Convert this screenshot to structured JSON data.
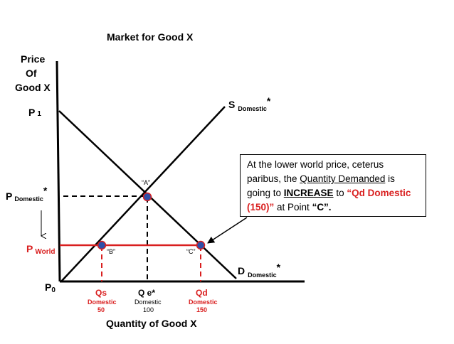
{
  "title": "Market for  Good X",
  "y_axis_label": [
    "Price",
    "Of",
    "Good X"
  ],
  "x_axis_label": "Quantity of Good X",
  "price_labels": {
    "p1": "P",
    "p1_sub": "1",
    "pdomestic": "P",
    "pdomestic_sub": "Domestic",
    "pdomestic_sup": "*",
    "pworld": "P",
    "pworld_sub": "World",
    "p0": "P",
    "p0_sub": "0"
  },
  "curve_labels": {
    "supply": "S",
    "supply_sub": "Domestic",
    "supply_sup": "*",
    "demand": "D",
    "demand_sub": "Domestic",
    "demand_sup": "*"
  },
  "points": {
    "a": "“A”",
    "b": "“B”",
    "c": "“C”"
  },
  "quantity_labels": {
    "qs": "Qs",
    "qs_sub": "Domestic",
    "qs_val": "50",
    "qe": "Q e*",
    "qe_sub": "Domestic",
    "qe_val": "100",
    "qd": "Qd",
    "qd_sub": "Domestic",
    "qd_val": "150"
  },
  "callout": {
    "t1": "At the lower world price, ceterus paribus, the ",
    "t2": "Quantity Demanded",
    "t3": " is going to ",
    "t4": "INCREASE",
    "t5": " to ",
    "t6": "“Qd Domestic (150)”",
    "t7": " at Point ",
    "t8": "“C”."
  },
  "colors": {
    "world_price": "#d91f1f",
    "point_fill": "#2f4fa8",
    "point_ring": "#d91f1f",
    "axis": "#000000"
  }
}
